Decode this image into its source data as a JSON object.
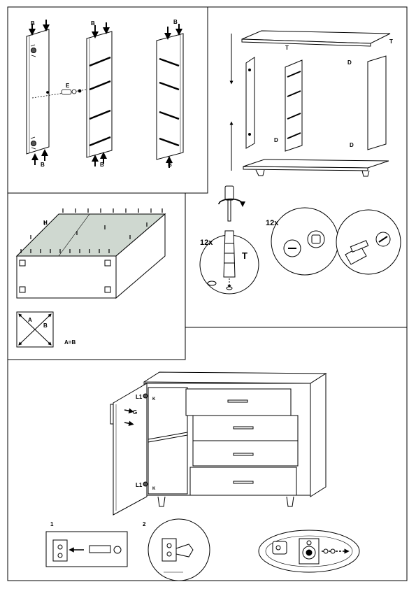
{
  "panel1": {
    "label_b": "B",
    "label_e": "E"
  },
  "panel2": {
    "label_t": "T",
    "label_d": "D"
  },
  "panel3": {
    "label_h": "H",
    "label_a": "A",
    "label_b": "B",
    "equation": "A=B"
  },
  "panel4": {
    "count": "12x",
    "label_t": "T"
  },
  "panel5": {
    "count": "12x"
  },
  "panel6": {
    "label_l1": "L1",
    "label_g": "G",
    "label_k": "K"
  },
  "panel7": {
    "step1": "1",
    "step2": "2"
  },
  "colors": {
    "line": "#000000",
    "top_fill": "#cfd8d0",
    "panel_fill": "#ffffff"
  }
}
